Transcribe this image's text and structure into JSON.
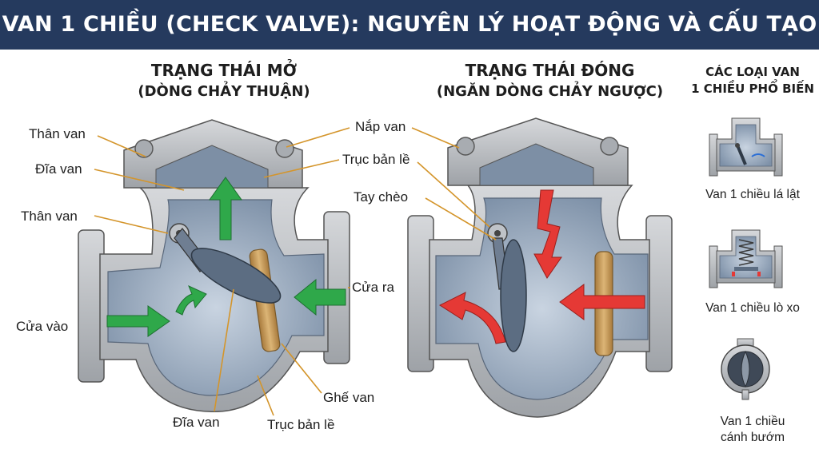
{
  "title": "VAN 1 CHIỀU (CHECK VALVE): NGUYÊN LÝ HOẠT ĐỘNG VÀ CẤU TẠO",
  "open_state": {
    "heading_line1": "TRẠNG THÁI MỞ",
    "heading_line2": "(DÒNG CHẢY THUẬN)",
    "labels": {
      "body_top": "Thân van",
      "disc_top": "Đĩa van",
      "body_mid": "Thân van",
      "inlet": "Cửa vào",
      "outlet": "Cửa ra",
      "seat": "Ghế van",
      "disc_bottom": "Đĩa van",
      "hinge_bottom": "Trục bản lề"
    }
  },
  "closed_state": {
    "heading_line1": "TRẠNG THÁI ĐÓNG",
    "heading_line2": "(NGĂN DÒNG CHẢY NGƯỢC)",
    "labels": {
      "cover": "Nắp van",
      "hinge": "Trục bản lề",
      "arm": "Tay chèo"
    }
  },
  "types_panel": {
    "heading_line1": "CÁC LOẠI VAN",
    "heading_line2": "1 CHIỀU PHỔ BIẾN",
    "items": [
      {
        "name": "Van 1 chiều lá lật",
        "icon": "swing-check-valve-icon"
      },
      {
        "name": "Van 1 chiều lò xo",
        "icon": "spring-check-valve-icon"
      },
      {
        "name_line1": "Van 1 chiều",
        "name_line2": "cánh bướm",
        "icon": "butterfly-check-valve-icon"
      }
    ]
  },
  "colors": {
    "title_bar": "#253a5e",
    "metal": "#b9bcc0",
    "metal_dark": "#8d9196",
    "cavity": "#9aabc0",
    "flow_forward": "#2fa84a",
    "flow_reverse": "#e53935",
    "seat": "#c89b56",
    "leader": "#d4952b"
  }
}
